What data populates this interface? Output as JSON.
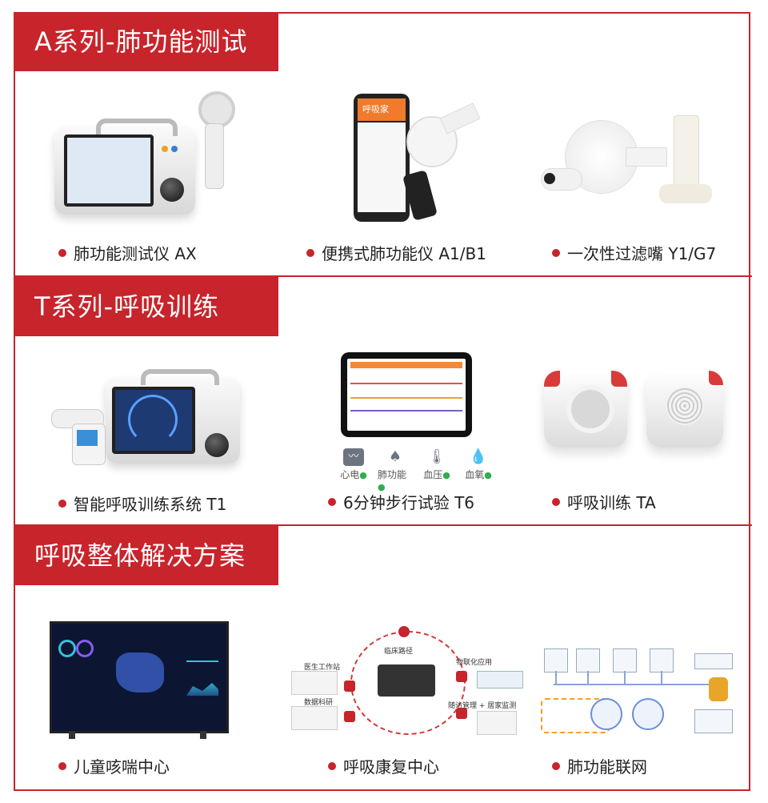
{
  "sections": [
    {
      "title": "A系列-肺功能测试",
      "products": [
        {
          "label": "肺功能测试仪 AX",
          "icon": "spirometer-device-image"
        },
        {
          "label": "便携式肺功能仪 A1/B1",
          "icon": "portable-spirometer-image",
          "app_title": "呼吸家"
        },
        {
          "label": "一次性过滤嘴 Y1/G7",
          "icon": "filter-mouthpiece-image"
        }
      ]
    },
    {
      "title": "T系列-呼吸训练",
      "products": [
        {
          "label": "智能呼吸训练系统 T1",
          "icon": "breathing-trainer-image"
        },
        {
          "label": "6分钟步行试验 T6",
          "icon": "walk-test-tablet-image",
          "indicators": [
            "心电",
            "肺功能",
            "血压",
            "血氧"
          ]
        },
        {
          "label": "呼吸训练 TA",
          "icon": "breathing-trainer-ta-image"
        }
      ]
    },
    {
      "title": "呼吸整体解决方案",
      "products": [
        {
          "label": "儿童咳喘中心",
          "icon": "dashboard-tv-image"
        },
        {
          "label": "呼吸康复中心",
          "icon": "rehab-center-diagram",
          "diagram_labels": [
            "临床路径",
            "物联化应用",
            "医生工作站",
            "数据科研",
            "随访管理 + 居家监测"
          ]
        },
        {
          "label": "肺功能联网",
          "icon": "network-diagram-image"
        }
      ]
    }
  ],
  "colors": {
    "accent": "#c8242b",
    "text": "#222222"
  }
}
